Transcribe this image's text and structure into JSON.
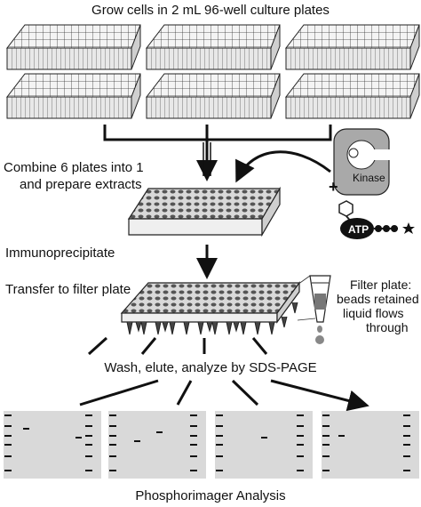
{
  "header": {
    "grow_text": "Grow cells in 2 mL 96-well culture plates"
  },
  "steps": {
    "combine_line1": "Combine 6 plates into 1",
    "combine_line2": "and prepare extracts",
    "immuno": "Immunoprecipitate",
    "transfer": "Transfer to filter plate",
    "wash": "Wash, elute, analyze by SDS-PAGE",
    "phospho": "Phosphorimager Analysis"
  },
  "filter_note": {
    "line1": "Filter plate:",
    "line2": "beads retained",
    "line3": "liquid flows",
    "line4": "through"
  },
  "reagents": {
    "plus": "+",
    "kinase": "Kinase",
    "atp": "ATP"
  },
  "colors": {
    "ink": "#111111",
    "plate_face": "#e6e6e6",
    "gel": "#d9d9d9",
    "kinase_fill": "#a9a9a9"
  }
}
